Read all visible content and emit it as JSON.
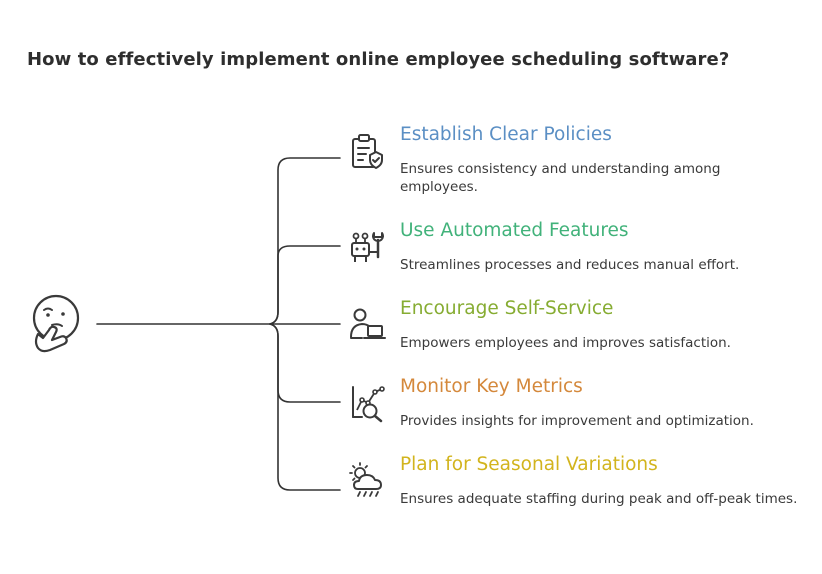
{
  "title": "How to effectively implement online employee scheduling software?",
  "colors": {
    "line": "#333333",
    "icon": "#3a3a3a"
  },
  "center_icon": "thinking-face-icon",
  "branches": [
    {
      "title": "Establish Clear Policies",
      "description": "Ensures consistency and understanding among employees.",
      "color": "#5b8fc4",
      "icon": "clipboard-check-icon"
    },
    {
      "title": "Use Automated Features",
      "description": "Streamlines processes and reduces manual effort.",
      "color": "#41b27a",
      "icon": "robot-wrench-icon"
    },
    {
      "title": "Encourage Self-Service",
      "description": "Empowers employees and improves satisfaction.",
      "color": "#86ac32",
      "icon": "person-laptop-icon"
    },
    {
      "title": "Monitor Key Metrics",
      "description": "Provides insights for improvement and optimization.",
      "color": "#d4883b",
      "icon": "chart-magnifier-icon"
    },
    {
      "title": "Plan for Seasonal Variations",
      "description": "Ensures adequate staffing during peak and off-peak times.",
      "color": "#d2b41d",
      "icon": "sun-rain-icon"
    }
  ]
}
